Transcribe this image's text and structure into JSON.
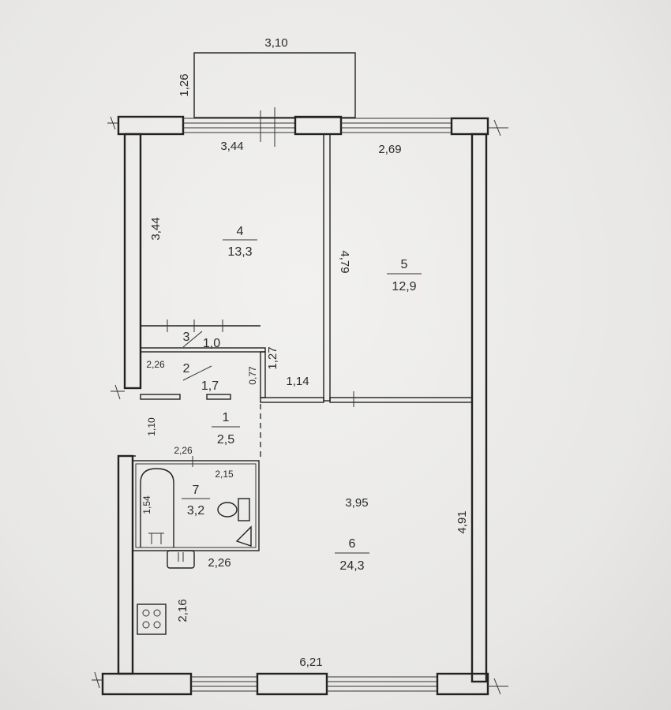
{
  "dimensions": {
    "balcony_width": "3,10",
    "balcony_depth": "1,26",
    "room4_width_top": "3,44",
    "room4_height_left": "3,44",
    "room5_width_top": "2,69",
    "room5_height": "4,79",
    "closet_height": "1,27",
    "corridor_width_room2": "2,26",
    "corridor_height_room2": "0,77",
    "corridor_width_1_14": "1,14",
    "hall_height_left": "1,10",
    "hall_width_bottom": "2,26",
    "bath_width_top": "2,15",
    "bath_height": "1,54",
    "kitchen_wall_width": "2,26",
    "kitchen_left_height": "2,16",
    "room6_width": "3,95",
    "room6_height_right": "4,91",
    "bottom_total_width": "6,21"
  },
  "rooms": [
    {
      "number": "4",
      "area": "13,3"
    },
    {
      "number": "5",
      "area": "12,9"
    },
    {
      "number": "3",
      "area": "1,0"
    },
    {
      "number": "2",
      "area": "1,7"
    },
    {
      "number": "1",
      "area": "2,5"
    },
    {
      "number": "7",
      "area": "3,2"
    },
    {
      "number": "6",
      "area": "24,3"
    }
  ]
}
